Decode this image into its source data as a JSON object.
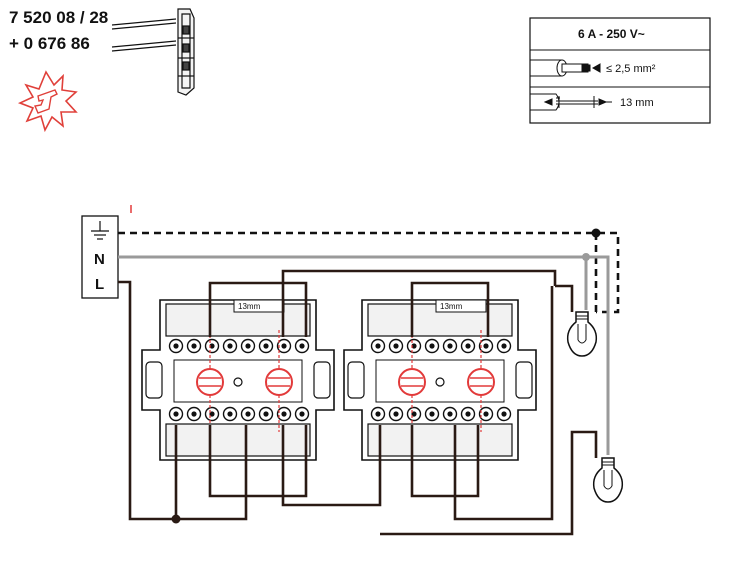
{
  "product": {
    "ref_main": "7 520 08 / 28",
    "ref_extra": "+ 0 676 86"
  },
  "spec_table": {
    "rating": "6 A - 250 V~",
    "wire_section": "≤ 2,5 mm²",
    "strip_length": "13 mm"
  },
  "supply_block": {
    "earth_symbol": "earth-ground-icon",
    "neutral_label": "N",
    "line_label": "L"
  },
  "mechanisms": [
    {
      "strip_label": "13mm"
    },
    {
      "strip_label": "13mm"
    }
  ],
  "colors": {
    "line_wire": "#2a1a14",
    "neutral_wire": "#9a9a9a",
    "earth_wire": "#111111",
    "indicator": "#e23a3a"
  }
}
